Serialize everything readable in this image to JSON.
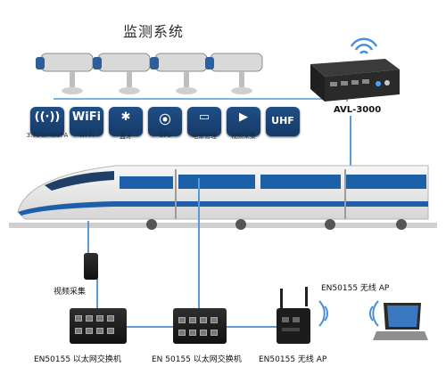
{
  "title": "监测系统",
  "device": {
    "name": "AVL-3000"
  },
  "feature_icons": [
    {
      "glyph": "((·))",
      "label": "3.75G/HSUPA",
      "icon": "signal-icon"
    },
    {
      "glyph": "WiFi",
      "label": "Wi-Fi",
      "icon": "wifi-icon"
    },
    {
      "glyph": "✱",
      "label": "蓝牙",
      "icon": "bluetooth-icon"
    },
    {
      "glyph": "⦿",
      "label": "GPS",
      "icon": "gps-pin-icon"
    },
    {
      "glyph": "▭",
      "label": "电源管理",
      "icon": "battery-icon"
    },
    {
      "glyph": "▶",
      "label": "视频采集",
      "icon": "video-camera-icon"
    },
    {
      "glyph": "UHF",
      "label": "",
      "icon": "uhf-icon"
    }
  ],
  "labels": {
    "video_capture": "视频采集",
    "switch1": "EN50155 以太网交换机",
    "switch2": "EN 50155 以太网交换机",
    "ap_bottom": "EN50155 无线 AP",
    "ap_right": "EN50155 无线 AP"
  },
  "colors": {
    "icon_bg": "#1f4e86",
    "wire": "#5b9bd5",
    "train_blue": "#1d5fa8"
  }
}
